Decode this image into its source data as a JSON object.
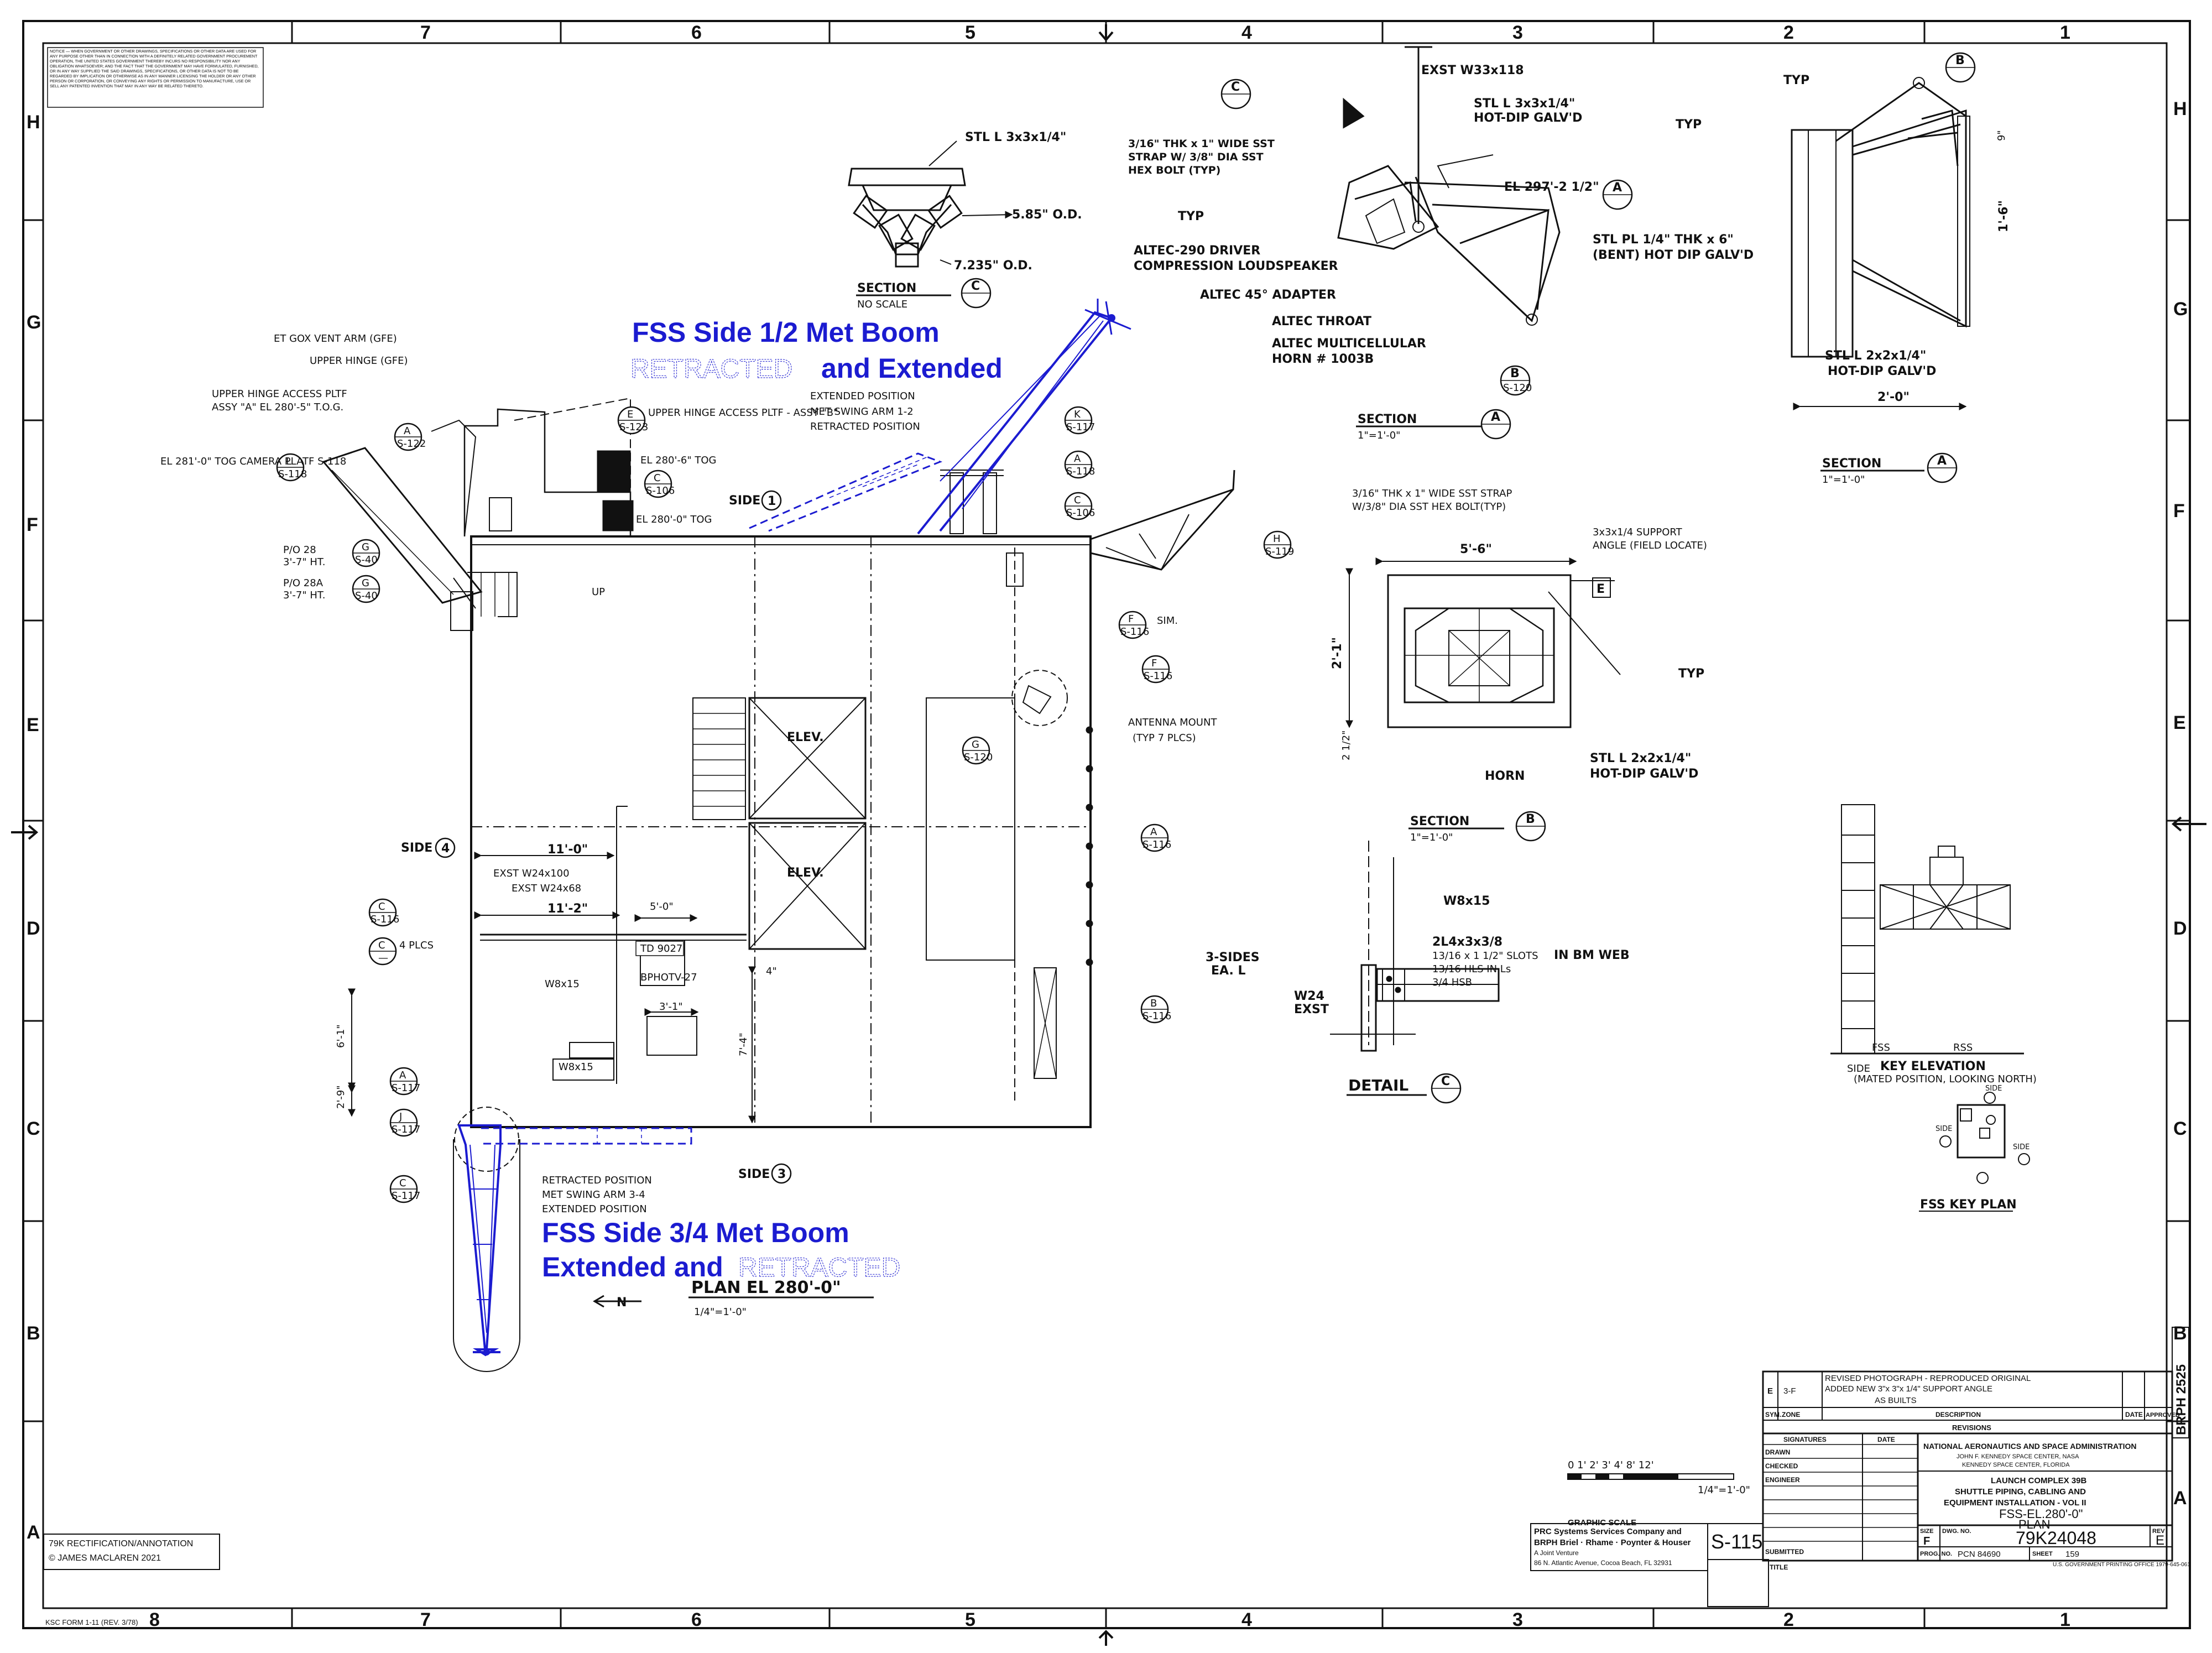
{
  "grid": {
    "columns": [
      "8",
      "7",
      "6",
      "5",
      "4",
      "3",
      "2",
      "1"
    ],
    "rows": [
      "H",
      "G",
      "F",
      "E",
      "D",
      "C",
      "B",
      "A"
    ]
  },
  "notice": "NOTICE — WHEN GOVERNMENT OR OTHER DRAWINGS, SPECIFICATIONS OR OTHER DATA ARE USED FOR ANY PURPOSE OTHER THAN IN CONNECTION WITH A DEFINITELY RELATED GOVERNMENT PROCUREMENT OPERATION, THE UNITED STATES GOVERNMENT THEREBY INCURS NO RESPONSIBILITY NOR ANY OBLIGATION WHATSOEVER; AND THE FACT THAT THE GOVERNMENT MAY HAVE FORMULATED, FURNISHED, OR IN ANY WAY SUPPLIED THE SAID DRAWINGS, SPECIFICATIONS, OR OTHER DATA IS NOT TO BE REGARDED BY IMPLICATION OR OTHERWISE AS IN ANY MANNER LICENSING THE HOLDER OR ANY OTHER PERSON OR CORPORATION, OR CONVEYING ANY RIGHTS OR PERMISSION TO MANUFACTURE, USE OR SELL ANY PATENTED INVENTION THAT MAY IN ANY WAY BE RELATED THERETO.",
  "annotations": {
    "boom12_line1": "FSS Side 1/2 Met Boom",
    "boom12_retracted": "RETRACTED",
    "boom12_line2b": "and Extended",
    "boom34_line1": "FSS Side 3/4 Met Boom",
    "boom34_line2a": "Extended and",
    "boom34_retracted": "RETRACTED"
  },
  "plan": {
    "title": "PLAN EL 280'-0\"",
    "scale": "1/4\"=1'-0\"",
    "north": "N",
    "elev": "ELEV.",
    "side1": "SIDE",
    "side3": "SIDE",
    "side4": "SIDE",
    "side1_num": "1",
    "side3_num": "3",
    "side4_num": "4",
    "gox": "ET GOX VENT ARM (GFE)",
    "upper_hinge": "UPPER HINGE (GFE)",
    "upper_hinge_platform": "UPPER HINGE ACCESS PLTF",
    "assy_a": "ASSY \"A\" EL 280'-5\" T.O.G.",
    "upper_hinge_platform_b": "UPPER HINGE ACCESS PLTF - ASSY \"B\"",
    "el_2806": "EL 280'-6\" TOG",
    "el_2800": "EL 280'-0\" TOG",
    "camera": "EL 281'-0\" TOG CAMERA PLATF S-118",
    "pd28": "P/O 28",
    "pd28a": "P/O 28A",
    "ht37": "3'-7\" HT.",
    "up": "UP",
    "ext_pos_12": "EXTENDED POSITION",
    "met_arm_12": "MET SWING ARM 1-2",
    "ret_pos_12": "RETRACTED POSITION",
    "ret_pos_34": "RETRACTED POSITION",
    "met_arm_34": "MET SWING ARM 3-4",
    "ext_pos_34": "EXTENDED POSITION",
    "antenna": "ANTENNA MOUNT",
    "antenna2": "(TYP 7 PLCS)",
    "sim": "SIM.",
    "exst_w24_100": "EXST W24x100",
    "exst_w24_68": "EXST W24x68",
    "dim_11_0": "11'-0\"",
    "dim_11_2": "11'-2\"",
    "dim_5_0": "5'-0\"",
    "dim_3_1": "3'-1\"",
    "dim_6_1": "6'-1\"",
    "dim_2_9": "2'-9\"",
    "dim_4": "4\"",
    "dim_7_4": "7'-4\"",
    "td": "TD 9027",
    "bphotv": "BPHOTV-27",
    "w8x15": "W8x15",
    "w8x15b": "W8x15",
    "plcs": "4 PLCS"
  },
  "section_c": {
    "title": "SECTION",
    "letter": "C",
    "noscale": "NO SCALE",
    "stl": "STL L 3x3x1/4\"",
    "od1": "5.85\" O.D.",
    "od2": "7.235\" O.D.",
    "strap": "3/16\" THK x 1\" WIDE SST STRAP W/ 3/8\" DIA SST HEX BOLT (TYP)"
  },
  "section_a_mid": {
    "title": "SECTION",
    "letter": "A",
    "scale": "1\"=1'-0\"",
    "exst": "EXST W33x118",
    "stl": "STL L 3x3x1/4\"",
    "hotdip": "HOT-DIP GALV'D",
    "el2972": "EL 297'-2 1/2\"",
    "driver": "ALTEC-290 DRIVER",
    "compression": "COMPRESSION LOUDSPEAKER",
    "adapter": "ALTEC 45° ADAPTER",
    "throat": "ALTEC THROAT",
    "multicell": "ALTEC MULTICELLULAR",
    "horn": "HORN # 1003B",
    "stlpl": "STL PL 1/4\" THK x 6\"",
    "bent": "(BENT) HOT DIP GALV'D",
    "typ": "TYP",
    "letterB": "B",
    "refB": "S-120"
  },
  "section_a_right": {
    "title": "SECTION",
    "letter": "A",
    "scale": "1\"=1'-0\"",
    "typ": "TYP",
    "dim_9": "9\"",
    "dim_1_6": "1'-6\"",
    "dim_2_0": "2'-0\"",
    "stl": "STL L 2x2x1/4\"",
    "hotdip": "HOT-DIP GALV'D",
    "letterB": "B"
  },
  "section_b": {
    "title": "SECTION",
    "letter": "B",
    "scale": "1\"=1'-0\"",
    "strap": "3/16\" THK x 1\" WIDE SST STRAP",
    "strap2": "W/3/8\" DIA SST HEX BOLT(TYP)",
    "support": "3x3x1/4 SUPPORT",
    "support2": "ANGLE (FIELD LOCATE)",
    "dim_5_6": "5'-6\"",
    "dim_2_1": "2'-1\"",
    "dim_2": "2 1/2\"",
    "horn": "HORN",
    "stl": "STL L 2x2x1/4\"",
    "hotdip": "HOT-DIP GALV'D",
    "typ": "TYP",
    "e": "E"
  },
  "detail_c": {
    "title": "DETAIL",
    "letter": "C",
    "w8": "W8x15",
    "sides": "3-SIDES",
    "eal": "EA. L",
    "w24": "W24",
    "exst": "EXST",
    "l4": "2L4x3x3/8",
    "slots": "13/16 x 1 1/2\" SLOTS",
    "inbm": "IN BM WEB",
    "hls": "13/16 HLS IN Ls",
    "hsb": "3/4 HSB"
  },
  "key_elevation": {
    "title": "KEY ELEVATION",
    "subtitle": "(MATED POSITION, LOOKING NORTH)",
    "fss": "FSS",
    "rss": "RSS",
    "side": "SIDE"
  },
  "key_plan": {
    "title": "FSS KEY PLAN",
    "side": "SIDE"
  },
  "graphic_scale": {
    "label": "GRAPHIC SCALE",
    "scale": "1/4\"=1'-0\"",
    "marks": "0 1' 2' 3' 4'        8'         12'"
  },
  "title_block": {
    "rev_letter": "E",
    "rev_zone": "3-F",
    "rev_desc1": "REVISED PHOTOGRAPH - REPRODUCED ORIGINAL",
    "rev_desc2": "ADDED NEW 3\"x 3\"x 1/4\" SUPPORT ANGLE",
    "rev_desc3": "AS BUILTS",
    "sym": "SYM.",
    "zone": "ZONE",
    "description": "DESCRIPTION",
    "date": "DATE",
    "approved": "APPROVED",
    "revisions": "REVISIONS",
    "signatures": "SIGNATURES",
    "sig_date": "DATE",
    "drawn": "DRAWN",
    "checked": "CHECKED",
    "engineer": "ENGINEER",
    "submitted": "SUBMITTED",
    "agency": "NATIONAL AERONAUTICS AND SPACE ADMINISTRATION",
    "center": "JOHN F. KENNEDY SPACE CENTER, NASA",
    "center2": "KENNEDY SPACE CENTER, FLORIDA",
    "project1": "LAUNCH COMPLEX 39B",
    "project2": "SHUTTLE PIPING, CABLING AND",
    "project3": "EQUIPMENT INSTALLATION - VOL II",
    "sheet_title1": "FSS-EL.280'-0\"",
    "sheet_title2": "PLAN",
    "size_label": "SIZE",
    "size": "F",
    "dwg_label": "DWG. NO.",
    "dwg_no": "79K24048",
    "rev_label": "REV",
    "rev": "E",
    "prog_label": "PROG. NO.",
    "pcn": "PCN 84690",
    "sheet_label": "SHEET",
    "sheet_no": "159",
    "drawing_number": "S-115",
    "prc1": "PRC Systems Services Company and",
    "prc2": "BRPH Briel · Rhame · Poynter & Houser",
    "prc3": "A Joint Venture",
    "prc4": "86 N. Atlantic Avenue, Cocoa Beach, FL 32931",
    "title_label": "TITLE",
    "side_code": "BRPH 2525",
    "gpo": "U.S. GOVERNMENT PRINTING OFFICE 1979-645-061"
  },
  "footer": {
    "form": "KSC FORM 1-11 (REV. 3/78)",
    "credit1": "79K RECTIFICATION/ANNOTATION",
    "credit2": "© JAMES MACLAREN 2021"
  },
  "colors": {
    "ink": "#111111",
    "annotation_blue": "#1b1bd0"
  }
}
